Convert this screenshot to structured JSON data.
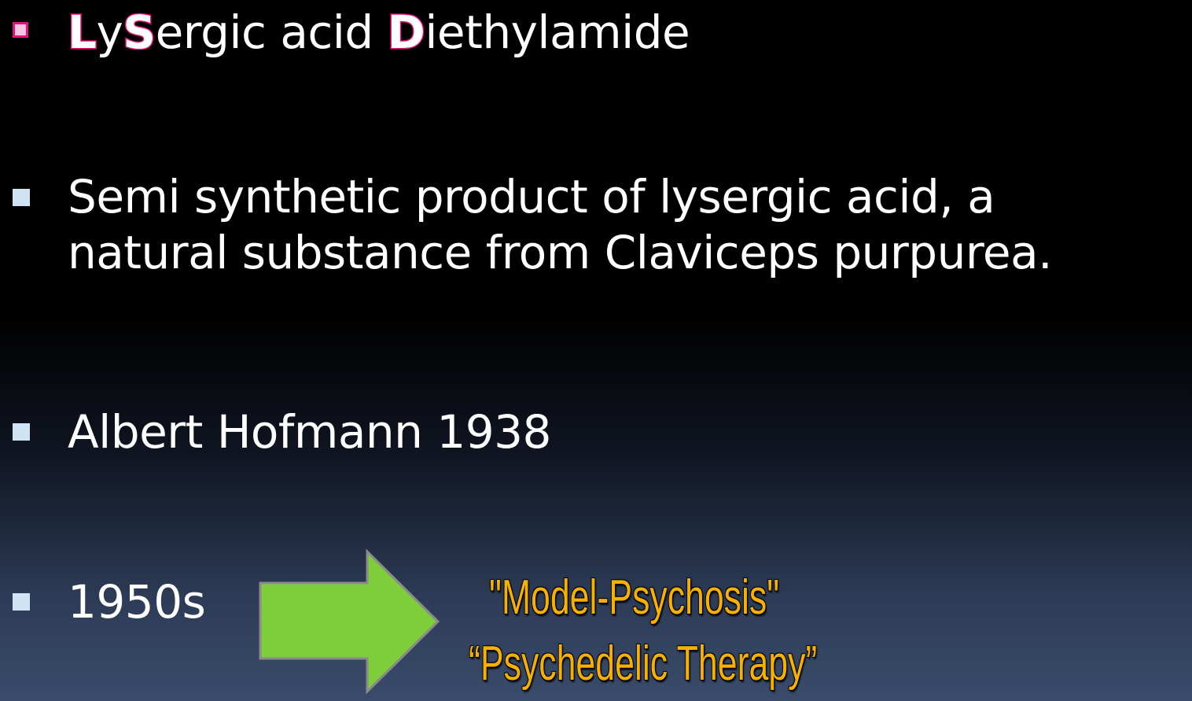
{
  "slide": {
    "line1": {
      "seg1_hl": "L",
      "seg2": "y",
      "seg3_hl": "S",
      "seg4": "ergic acid ",
      "seg5_hl": "D",
      "seg6": "iethylamide"
    },
    "line2a": "Semi synthetic product of lysergic acid, a",
    "line2b": "natural substance from Claviceps purpurea.",
    "line3": "Albert Hofmann 1938",
    "line4": "1950s",
    "slogan1": "\"Model-Psychosis\"",
    "slogan2": "“Psychedelic Therapy”"
  },
  "colors": {
    "highlight": "#e3137a",
    "arrow_fill": "#7dce3a",
    "slogan": "#f6b000",
    "bullet": "#cfe3f5"
  }
}
